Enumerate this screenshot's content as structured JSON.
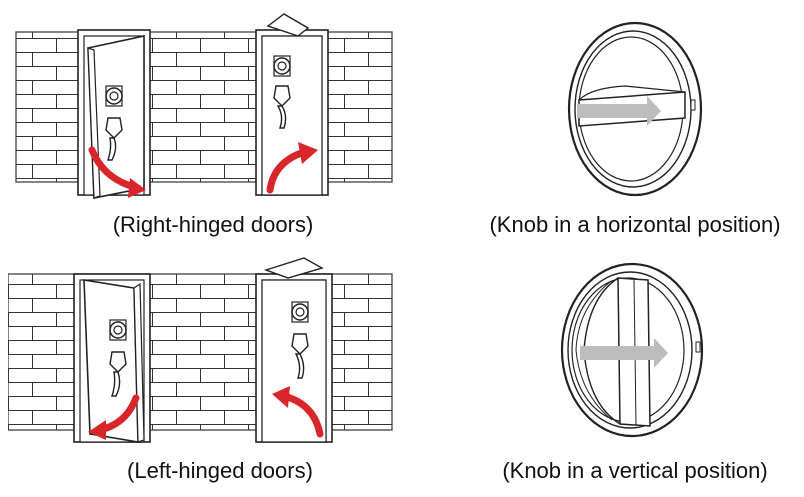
{
  "captions": {
    "right_hinged": "(Right-hinged doors)",
    "left_hinged": "(Left-hinged doors)",
    "knob_horizontal": "(Knob in a horizontal position)",
    "knob_vertical": "(Knob in a vertical position)"
  },
  "colors": {
    "arrow_red": "#d9262b",
    "arrow_gray": "#bdbdbd",
    "line": "#222222"
  },
  "icons": {
    "swing_arrow": "curved-arrow-icon",
    "direction_arrow": "arrow-right-icon"
  }
}
